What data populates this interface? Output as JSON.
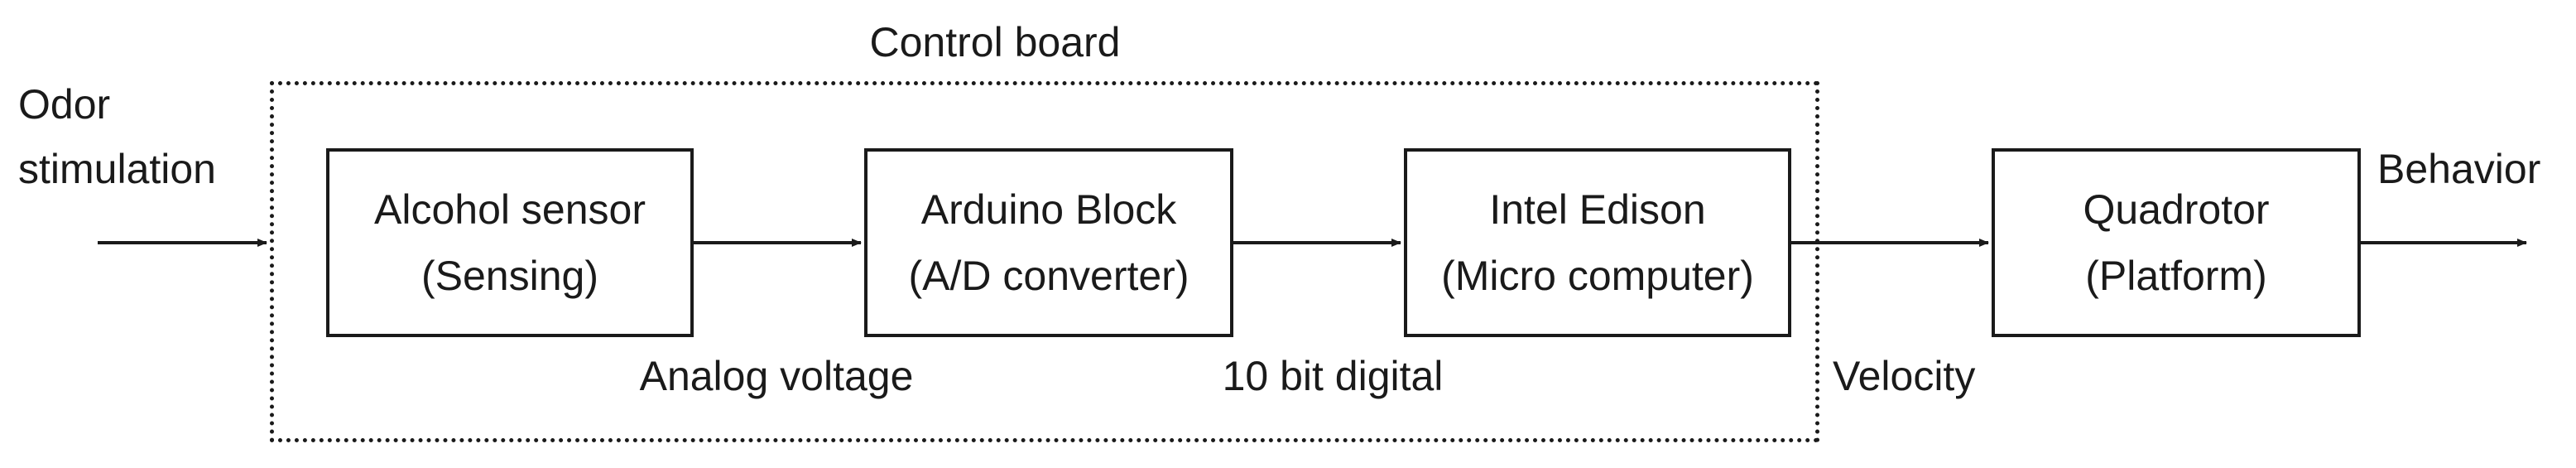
{
  "group": {
    "title": "Control board"
  },
  "input_label": {
    "line1": "Odor",
    "line2": "stimulation"
  },
  "output_label": "Behavior",
  "blocks": [
    {
      "name": "Alcohol sensor",
      "sub": "(Sensing)"
    },
    {
      "name": "Arduino Block",
      "sub": "(A/D converter)"
    },
    {
      "name": "Intel Edison",
      "sub": "(Micro computer)"
    },
    {
      "name": "Quadrotor",
      "sub": "(Platform)"
    }
  ],
  "signals": [
    "Analog voltage",
    "10 bit digital",
    "Velocity"
  ],
  "style": {
    "stroke": "#1a1a1a",
    "background": "#ffffff"
  }
}
